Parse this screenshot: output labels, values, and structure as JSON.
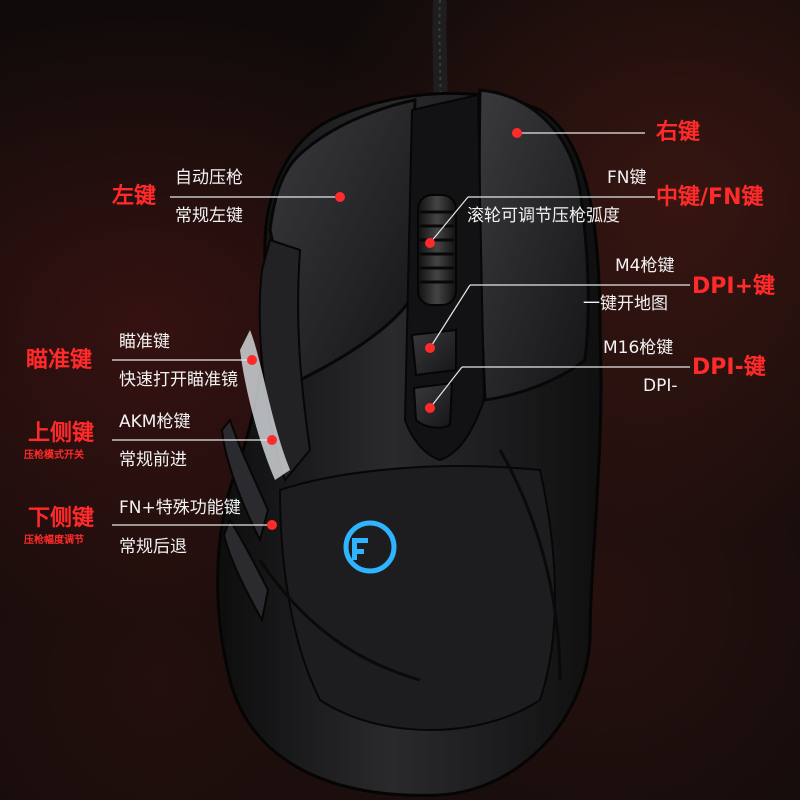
{
  "labels": {
    "right_btn": "右键",
    "left_group": {
      "title": "左键",
      "line1": "自动压枪",
      "line2": "常规左键"
    },
    "middle_group": {
      "title": "中键/FN键",
      "line1": "FN键",
      "line2": "滚轮可调节压枪弧度"
    },
    "dpi_plus_group": {
      "title": "DPI+键",
      "line1": "M4枪键",
      "line2": "一键开地图"
    },
    "dpi_minus_group": {
      "title": "DPI-键",
      "line1": "M16枪键",
      "line2": "DPI-"
    },
    "aim_group": {
      "title": "瞄准键",
      "line1": "瞄准键",
      "line2": "快速打开瞄准镜"
    },
    "upper_side_group": {
      "title": "上侧键",
      "subtitle": "压枪模式开关",
      "line1": "AKM枪键",
      "line2": "常规前进"
    },
    "lower_side_group": {
      "title": "下侧键",
      "subtitle": "压枪幅度调节",
      "line1": "FN+特殊功能键",
      "line2": "常规后退"
    }
  },
  "colors": {
    "accent_red": "#ff2a2a",
    "logo_blue": "#2fb4ff",
    "mouse_body": "#1a1a1c"
  }
}
